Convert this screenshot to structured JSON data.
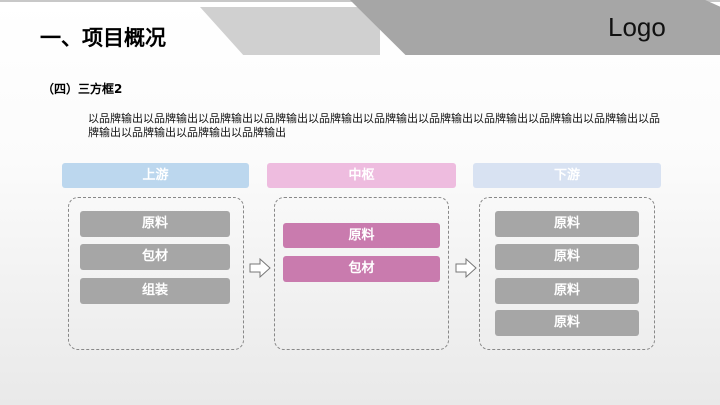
{
  "header": {
    "title": "一、项目概况",
    "logo": "Logo"
  },
  "section": {
    "subtitle": "（四）三方框2",
    "paragraph": "以品牌输出以品牌输出以品牌输出以品牌输出以品牌输出以品牌输出以品牌输出以品牌输出以品牌输出以品牌输出以品牌输出以品牌输出以品牌输出以品牌输出"
  },
  "columns": [
    {
      "title": "上游",
      "color": "#bcd7ee",
      "items": [
        "原料",
        "包材",
        "组装"
      ]
    },
    {
      "title": "中枢",
      "color": "#eebcdf",
      "items": [
        "原料",
        "包材"
      ]
    },
    {
      "title": "下游",
      "color": "#d8e2f2",
      "items": [
        "原料",
        "原料",
        "原料",
        "原料"
      ]
    }
  ]
}
